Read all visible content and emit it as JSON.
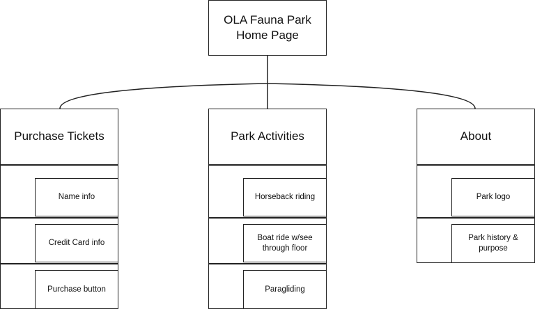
{
  "root": {
    "title": "OLA Fauna Park\nHome Page"
  },
  "sections": [
    {
      "title": "Purchase Tickets",
      "items": [
        "Name info",
        "Credit Card info",
        "Purchase button"
      ]
    },
    {
      "title": "Park Activities",
      "items": [
        "Horseback riding",
        "Boat ride w/see\nthrough floor",
        "Paragliding"
      ]
    },
    {
      "title": "About",
      "items": [
        "Park logo",
        "Park history &\npurpose"
      ]
    }
  ]
}
